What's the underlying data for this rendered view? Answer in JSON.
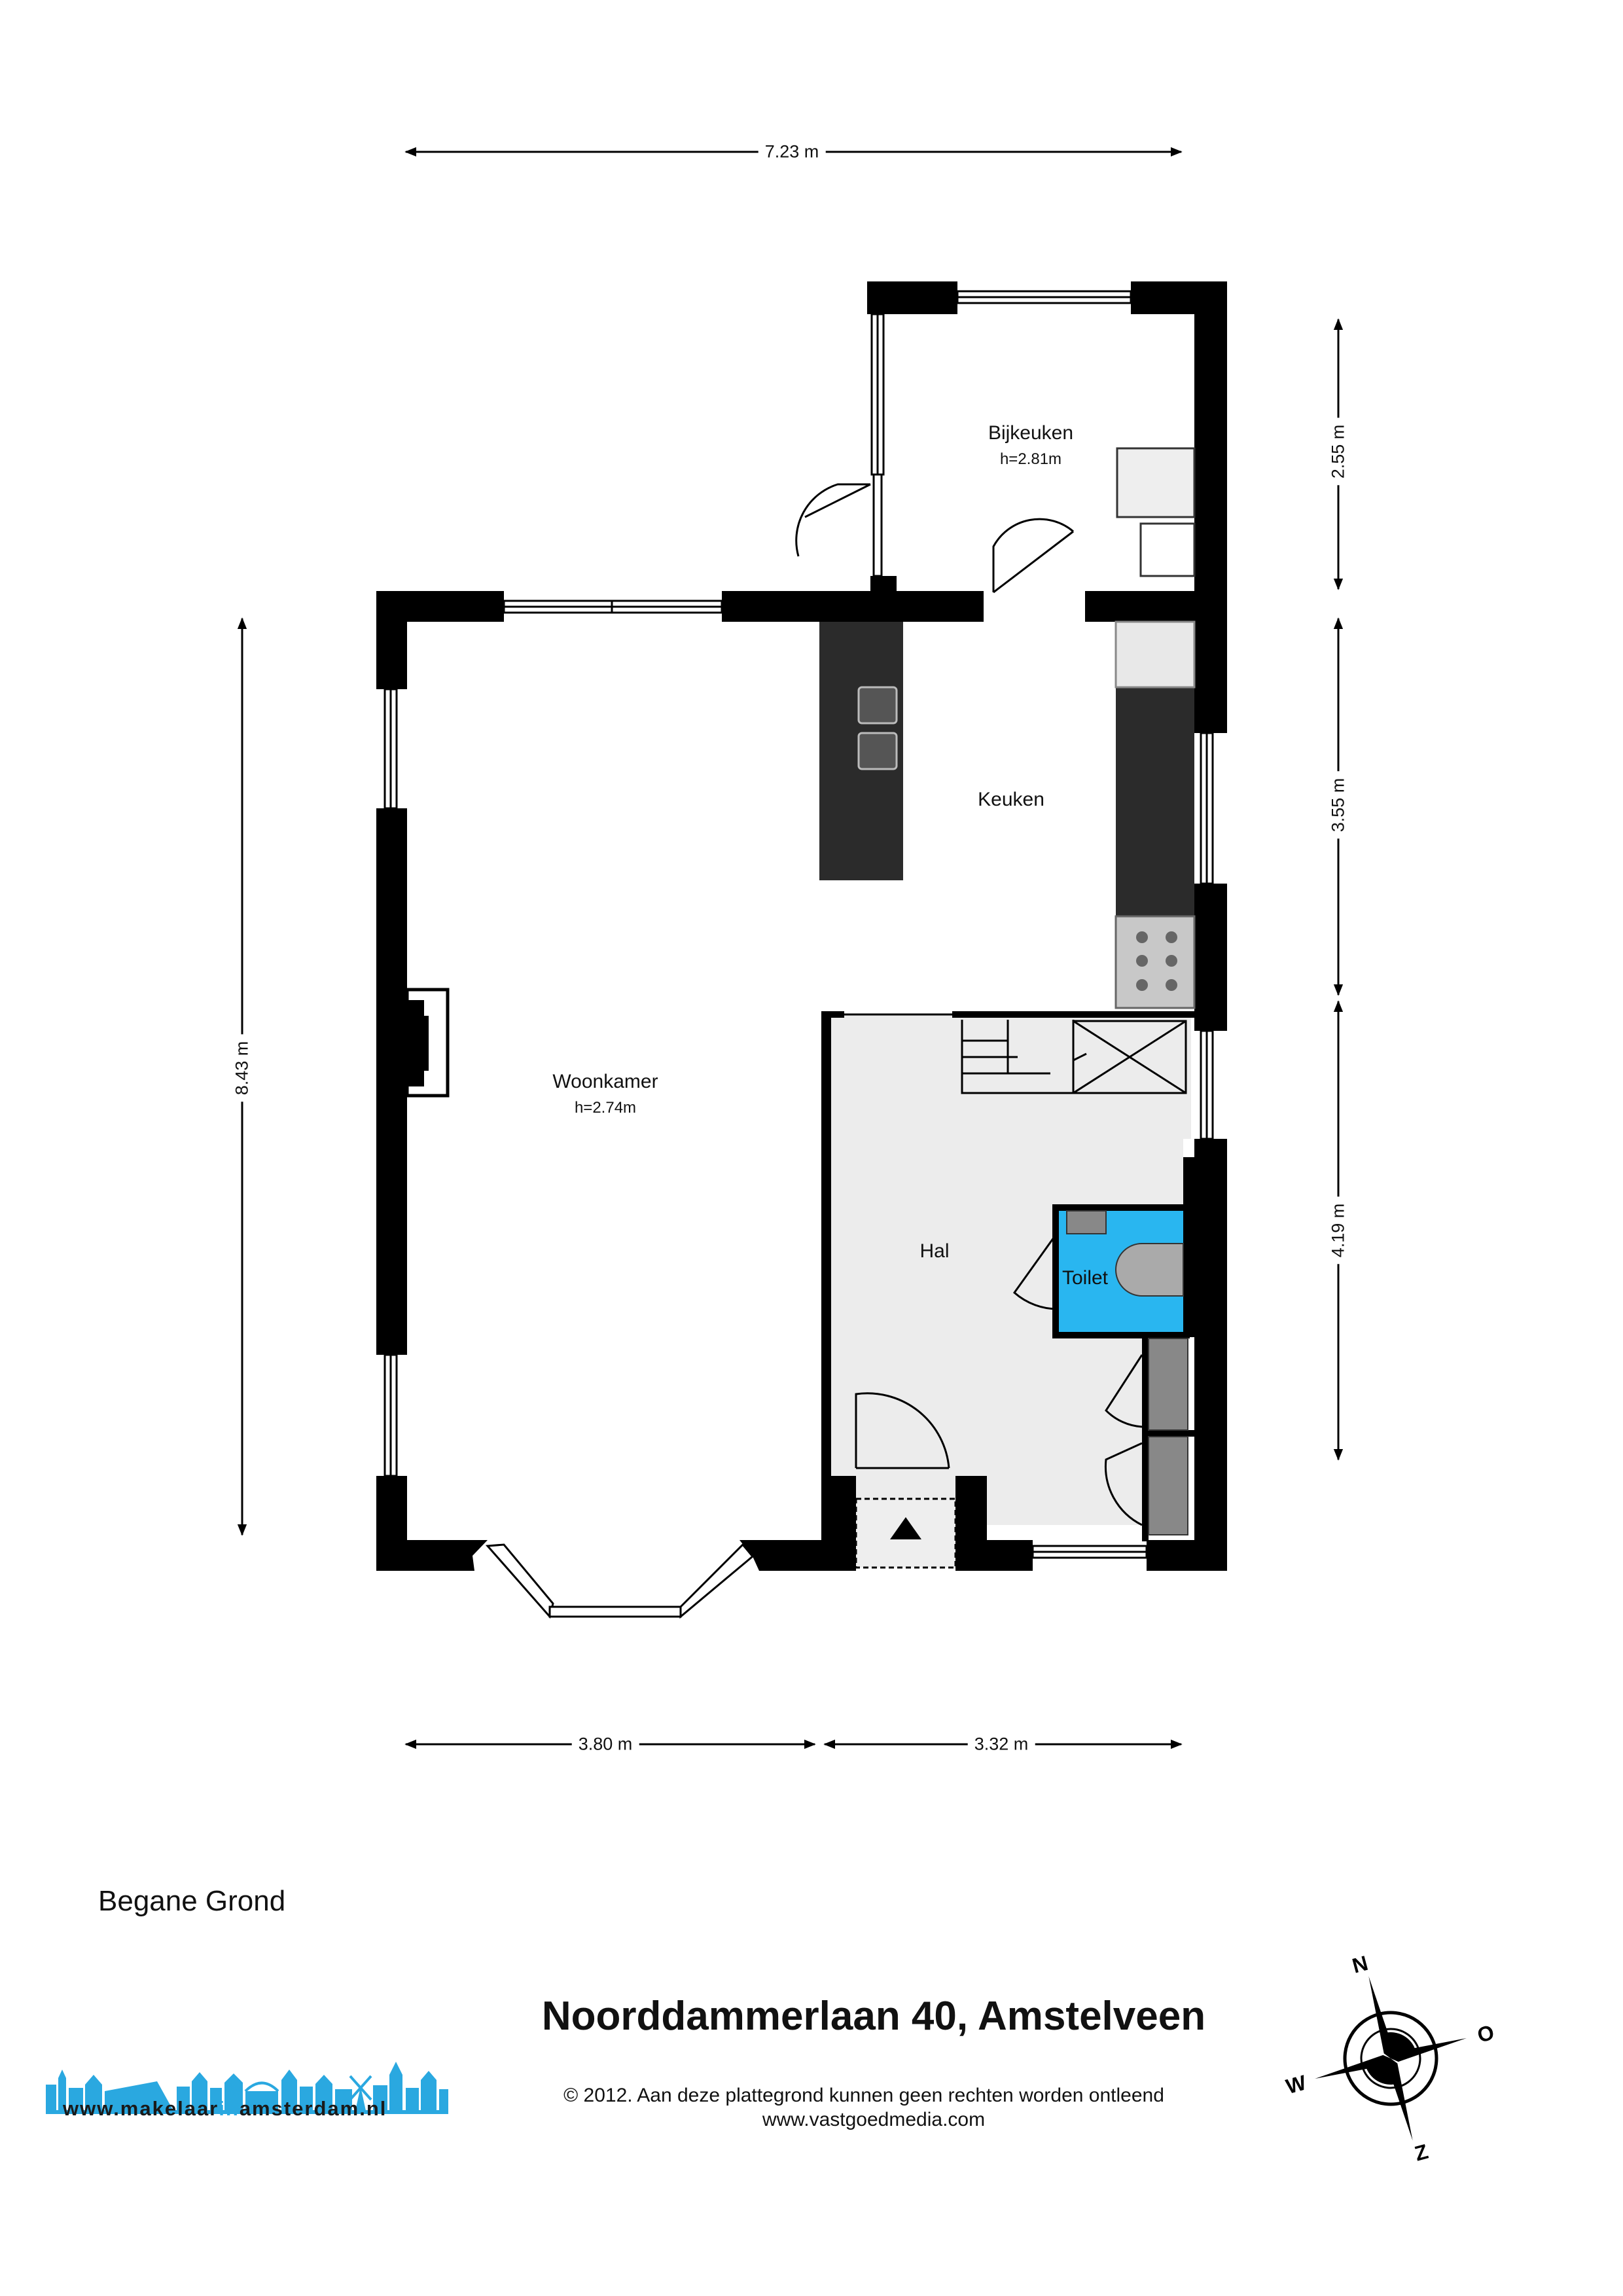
{
  "floor_name": "Begane Grond",
  "address": "Noorddammerlaan 40, Amstelveen",
  "copyright": "© 2012. Aan deze plattegrond kunnen geen rechten worden ontleend",
  "website": "www.vastgoedmedia.com",
  "logo": {
    "url_before": "www.makelaar",
    "url_highlight": "in",
    "url_after": "amsterdam.nl",
    "color": "#2aa8e0"
  },
  "rooms": {
    "woonkamer": {
      "name": "Woonkamer",
      "height": "h=2.74m"
    },
    "bijkeuken": {
      "name": "Bijkeuken",
      "height": "h=2.81m"
    },
    "keuken": {
      "name": "Keuken"
    },
    "hal": {
      "name": "Hal"
    },
    "toilet": {
      "name": "Toilet"
    }
  },
  "dimensions": {
    "top_width": "7.23 m",
    "left_height": "8.43 m",
    "bottom_left": "3.80 m",
    "bottom_right": "3.32 m",
    "right_top": "2.55 m",
    "right_middle": "3.55 m",
    "right_bottom": "4.19 m"
  },
  "compass": {
    "n": "N",
    "o": "O",
    "w": "W",
    "z": "Z"
  },
  "colors": {
    "wall": "#000000",
    "hall_floor": "#ececec",
    "toilet": "#29b6f0",
    "counter": "#2b2b2b",
    "cabinet": "#8a8a8a"
  }
}
